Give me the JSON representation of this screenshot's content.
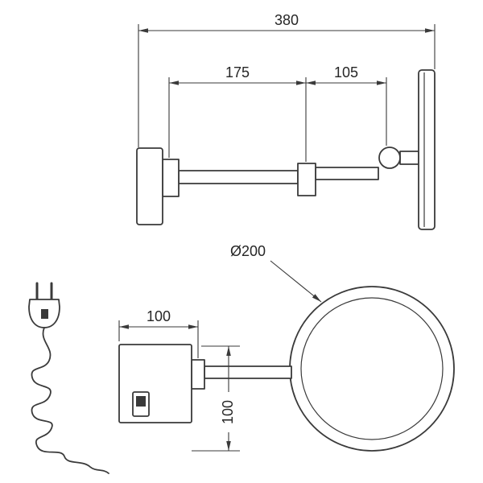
{
  "drawing": {
    "side_view": {
      "dim_total_reach": "380",
      "dim_front_arm": "175",
      "dim_rear_arm": "105"
    },
    "front_view": {
      "dim_mirror_diameter": "Ø200",
      "dim_wall_plate_width": "100",
      "dim_drop_height": "100"
    },
    "colors": {
      "line": "#3a3a3a",
      "text": "#262626",
      "background": "#ffffff"
    }
  }
}
